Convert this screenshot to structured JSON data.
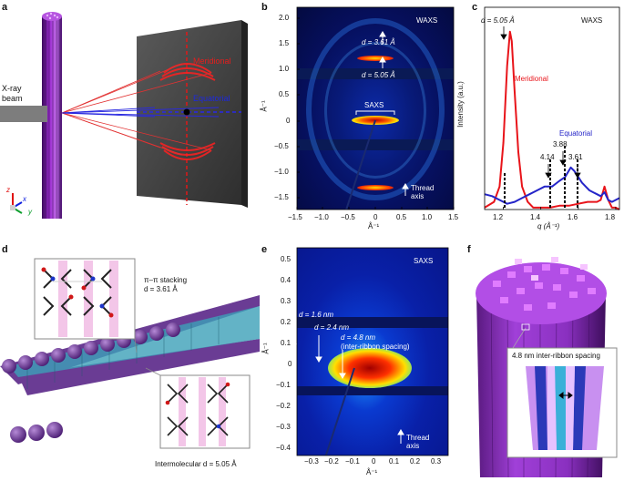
{
  "panels": {
    "a": {
      "label": "a",
      "xray_beam": "X-ray\nbeam",
      "meridional": "Meridional",
      "equatorial": "Equatorial",
      "axes": {
        "z": "z",
        "x": "x",
        "y": "y"
      }
    },
    "b": {
      "label": "b",
      "waxs": "WAXS",
      "saxs": "SAXS",
      "d1": "d = 3.61 Å",
      "d2": "d = 5.05 Å",
      "thread_axis": "Thread\naxis",
      "ylabel": "Å⁻¹",
      "xlabel": "Å⁻¹",
      "yticks": [
        "2.0",
        "1.5",
        "1.0",
        "0.5",
        "0",
        "−0.5",
        "−1.0",
        "−1.5"
      ],
      "xticks": [
        "−1.5",
        "−1.0",
        "−0.5",
        "0",
        "0.5",
        "1.0",
        "1.5"
      ]
    },
    "c": {
      "label": "c",
      "d_peak": "d = 5.05 Å",
      "waxs": "WAXS",
      "meridional": "Meridional",
      "equatorial": "Equatorial",
      "peaks": [
        "4.14",
        "3.88",
        "3.61"
      ],
      "ylabel": "Intensity (a.u.)",
      "xlabel": "q (Å⁻¹)",
      "xticks": [
        "1.2",
        "1.4",
        "1.6",
        "1.8"
      ]
    },
    "d": {
      "label": "d",
      "stacking": "π–π stacking\nd = 3.61 Å",
      "intermolecular": "Intermolecular d = 5.05 Å"
    },
    "e": {
      "label": "e",
      "saxs": "SAXS",
      "d1": "d = 1.6 nm",
      "d2": "d = 2.4 nm",
      "d3": "d = 4.8 nm",
      "d3_note": "(inter-ribbon spacing)",
      "thread_axis": "Thread\naxis",
      "ylabel": "Å⁻¹",
      "xlabel": "Å⁻¹",
      "yticks": [
        "0.5",
        "0.4",
        "0.3",
        "0.2",
        "0.1",
        "0",
        "−0.1",
        "−0.2",
        "−0.3",
        "−0.4"
      ],
      "xticks": [
        "−0.3",
        "−0.2",
        "−0.1",
        "0",
        "0.1",
        "0.2",
        "0.3"
      ]
    },
    "f": {
      "label": "f",
      "inter_ribbon": "4.8 nm inter-ribbon spacing"
    }
  },
  "chart_data": {
    "type": "line",
    "xlabel": "q (Å⁻¹)",
    "ylabel": "Intensity (a.u.)",
    "xlim": [
      1.1,
      1.82
    ],
    "ylim": [
      0,
      1.0
    ],
    "series": [
      {
        "name": "Meridional",
        "color": "#e8141a",
        "x": [
          1.1,
          1.15,
          1.18,
          1.2,
          1.22,
          1.235,
          1.245,
          1.26,
          1.28,
          1.3,
          1.33,
          1.36,
          1.4,
          1.45,
          1.5,
          1.55,
          1.6,
          1.65,
          1.7,
          1.72,
          1.74,
          1.76,
          1.78,
          1.8,
          1.82
        ],
        "y": [
          0.01,
          0.04,
          0.12,
          0.35,
          0.75,
          0.93,
          0.88,
          0.62,
          0.3,
          0.12,
          0.04,
          0.01,
          0.01,
          0.01,
          0.02,
          0.02,
          0.03,
          0.04,
          0.04,
          0.05,
          0.12,
          0.05,
          0.01,
          0.01,
          0.0
        ]
      },
      {
        "name": "Equatorial",
        "color": "#2424c8",
        "x": [
          1.1,
          1.14,
          1.18,
          1.22,
          1.26,
          1.3,
          1.34,
          1.38,
          1.42,
          1.46,
          1.5,
          1.53,
          1.56,
          1.58,
          1.6,
          1.62,
          1.64,
          1.66,
          1.68,
          1.7,
          1.72,
          1.74,
          1.76,
          1.78,
          1.8,
          1.82
        ],
        "y": [
          0.08,
          0.07,
          0.05,
          0.03,
          0.04,
          0.06,
          0.08,
          0.1,
          0.12,
          0.12,
          0.15,
          0.17,
          0.22,
          0.2,
          0.17,
          0.14,
          0.12,
          0.1,
          0.09,
          0.08,
          0.07,
          0.09,
          0.05,
          0.04,
          0.05,
          0.06
        ]
      }
    ]
  }
}
